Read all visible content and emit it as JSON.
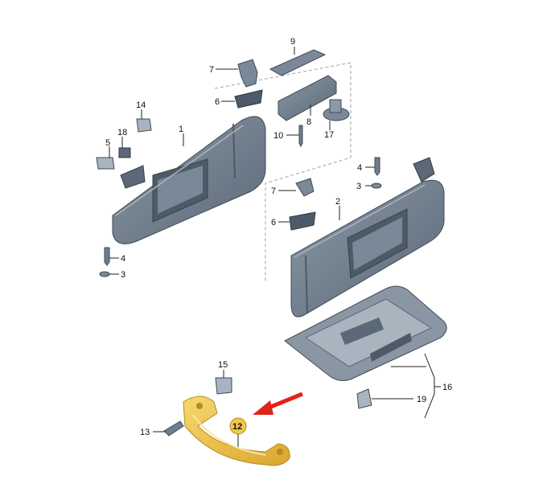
{
  "colors": {
    "part_fill": "#6f7e8e",
    "part_light": "#a9b4bf",
    "part_dark": "#4d5a67",
    "highlight_fill": "#f2c84b",
    "highlight_dark": "#b68a1c",
    "arrow": "#e0241b",
    "leader": "#222222",
    "dash": "#9aa3ad"
  },
  "labels": {
    "p1": "1",
    "p2": "2",
    "p3a": "3",
    "p3b": "3",
    "p4a": "4",
    "p4b": "4",
    "p5": "5",
    "p6a": "6",
    "p6b": "6",
    "p7a": "7",
    "p7b": "7",
    "p8": "8",
    "p9": "9",
    "p10": "10",
    "p12": "12",
    "p13": "13",
    "p14": "14",
    "p15": "15",
    "p16": "16",
    "p17": "17",
    "p18": "18",
    "p19": "19"
  }
}
